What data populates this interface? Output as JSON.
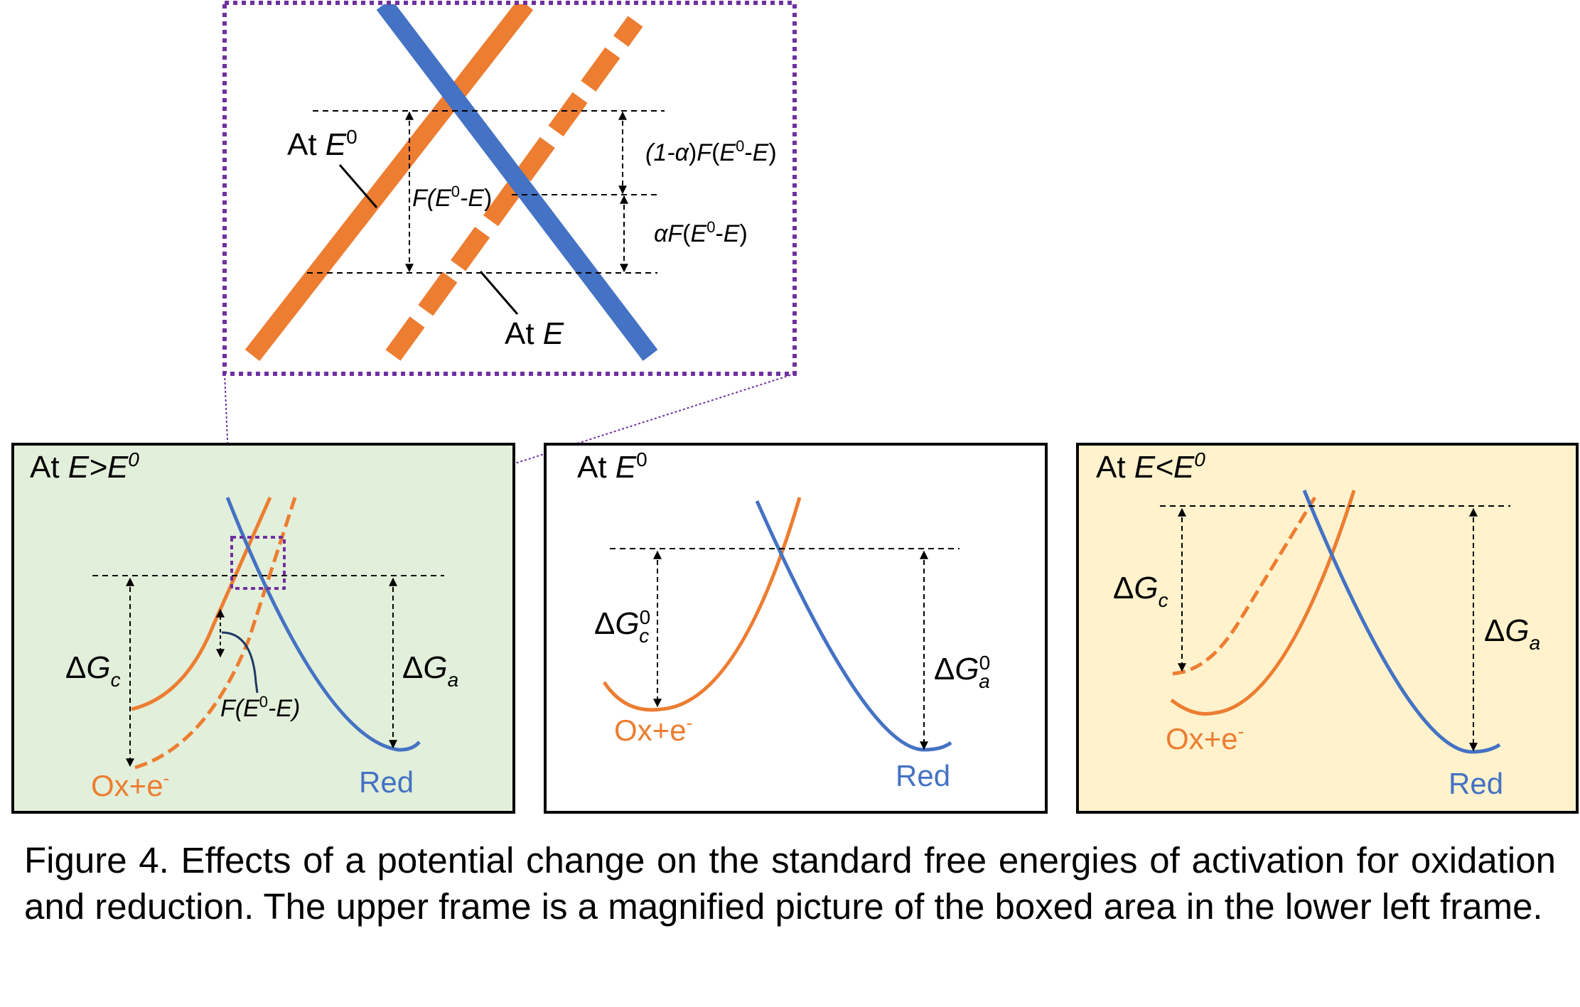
{
  "colors": {
    "orange": "#ED7D31",
    "blue": "#4472C4",
    "purple": "#7030A0",
    "green_panel": "#E2EFDA",
    "yellow_panel": "#FFF2CC"
  },
  "zoom_frame": {
    "at_E0_prefix": "At ",
    "at_E0_var": "E",
    "at_E0_sup": "0",
    "at_E_prefix": "At ",
    "at_E_var": "E",
    "full_shift": {
      "f": "F(",
      "e0": "E",
      "sup": "0",
      "rest": "-E",
      "close": ")"
    },
    "one_minus_alpha": {
      "open": "(1-",
      "alpha": "α",
      "close": ")",
      "F": "F",
      "paren": "(",
      "e0": "E",
      "sup": "0",
      "dash": "-",
      "e": "E",
      "end": ")"
    },
    "alpha_term": {
      "alpha": "α",
      "F": "F",
      "paren": "(",
      "e0": "E",
      "sup": "0",
      "dash": "-",
      "e": "E",
      "end": ")"
    }
  },
  "panels": [
    {
      "title_prefix": "At ",
      "title_var": "E>E",
      "title_sup": "0",
      "dG_c": {
        "delta": "Δ",
        "G": "G",
        "sub": "c"
      },
      "dG_a": {
        "delta": "Δ",
        "G": "G",
        "sub": "a"
      },
      "shift_label": {
        "f": "F(",
        "e0": "E",
        "sup": "0",
        "rest": "-E)"
      },
      "ox_label": "Ox+e",
      "ox_sup": "-",
      "red_label": "Red"
    },
    {
      "title_prefix": "At ",
      "title_var": "E",
      "title_sup": "0",
      "dG_c": {
        "delta": "Δ",
        "G": "G",
        "sub": "c",
        "sup": "0"
      },
      "dG_a": {
        "delta": "Δ",
        "G": "G",
        "sub": "a",
        "sup": "0"
      },
      "ox_label": "Ox+e",
      "ox_sup": "-",
      "red_label": "Red"
    },
    {
      "title_prefix": "At ",
      "title_var": "E<E",
      "title_sup": "0",
      "dG_c": {
        "delta": "Δ",
        "G": "G",
        "sub": "c"
      },
      "dG_a": {
        "delta": "Δ",
        "G": "G",
        "sub": "a"
      },
      "ox_label": "Ox+e",
      "ox_sup": "-",
      "red_label": "Red"
    }
  ],
  "caption": "Figure 4. Effects of a potential change on the standard free energies of activation for oxidation and reduction. The upper frame is a magnified picture of the boxed area in the lower left frame."
}
